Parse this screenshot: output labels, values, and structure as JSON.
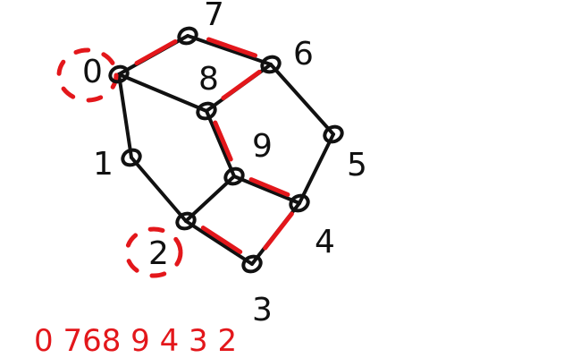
{
  "graph": {
    "nodes": [
      {
        "id": "0",
        "label": "0"
      },
      {
        "id": "1",
        "label": "1"
      },
      {
        "id": "2",
        "label": "2"
      },
      {
        "id": "3",
        "label": "3"
      },
      {
        "id": "4",
        "label": "4"
      },
      {
        "id": "5",
        "label": "5"
      },
      {
        "id": "6",
        "label": "6"
      },
      {
        "id": "7",
        "label": "7"
      },
      {
        "id": "8",
        "label": "8"
      },
      {
        "id": "9",
        "label": "9"
      }
    ],
    "edges": [
      {
        "from": "0",
        "to": "7",
        "highlighted": true
      },
      {
        "from": "7",
        "to": "6",
        "highlighted": true
      },
      {
        "from": "6",
        "to": "8",
        "highlighted": true
      },
      {
        "from": "8",
        "to": "9",
        "highlighted": true
      },
      {
        "from": "9",
        "to": "4",
        "highlighted": true
      },
      {
        "from": "4",
        "to": "3",
        "highlighted": true
      },
      {
        "from": "3",
        "to": "2",
        "highlighted": true
      },
      {
        "from": "0",
        "to": "8",
        "highlighted": false
      },
      {
        "from": "0",
        "to": "1",
        "highlighted": false
      },
      {
        "from": "1",
        "to": "2",
        "highlighted": false
      },
      {
        "from": "2",
        "to": "9",
        "highlighted": false
      },
      {
        "from": "6",
        "to": "5",
        "highlighted": false
      },
      {
        "from": "5",
        "to": "4",
        "highlighted": false
      }
    ],
    "circled_nodes": [
      "0",
      "2"
    ],
    "path_sequence": "0 768 9 4 3 2",
    "colors": {
      "ink": "#111111",
      "highlight": "#e3171b",
      "background": "#ffffff"
    }
  }
}
